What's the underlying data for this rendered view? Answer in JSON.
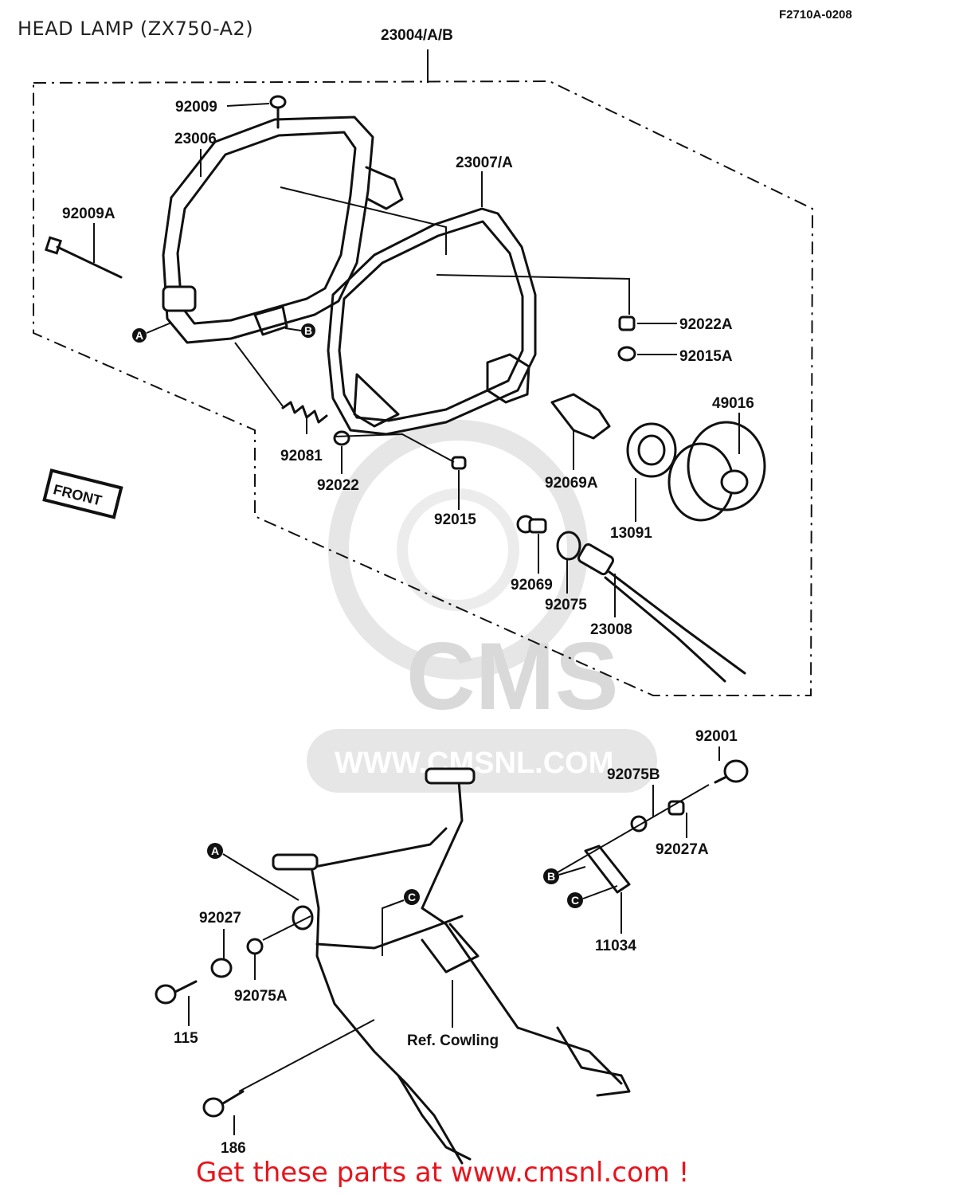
{
  "header": {
    "title": "HEAD LAMP (ZX750-A2)",
    "figure_code": "F2710A-0208"
  },
  "footer": {
    "cta": "Get these parts at www.cmsnl.com !"
  },
  "watermark": {
    "brand": "CMS",
    "url": "WWW.CMSNL.COM"
  },
  "diagram": {
    "front_marker": "FRONT",
    "reference_note": "Ref. Cowling",
    "reference_letters": [
      "A",
      "B",
      "A",
      "B",
      "C",
      "C"
    ],
    "parts": [
      "23004/A/B",
      "92009",
      "23006",
      "23007/A",
      "92009A",
      "92022A",
      "92015A",
      "49016",
      "92081",
      "92022",
      "92015",
      "92069A",
      "13091",
      "92069",
      "92075",
      "23008",
      "92001",
      "92075B",
      "92027A",
      "92027",
      "92075A",
      "11034",
      "115",
      "186"
    ]
  },
  "colors": {
    "line": "#111111",
    "footer_text": "#e8141c",
    "watermark": "#d9d9d9"
  }
}
